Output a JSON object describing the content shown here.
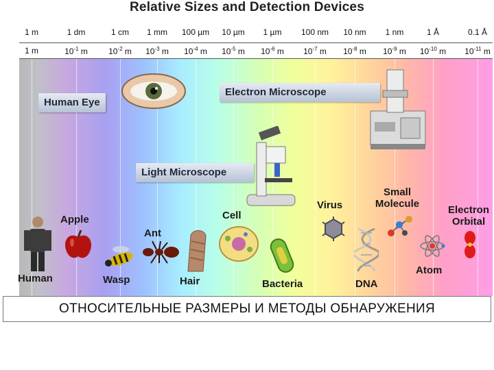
{
  "title": "Relative Sizes and Detection Devices",
  "scale_units": [
    "1 m",
    "1 dm",
    "1 cm",
    "1 mm",
    "100 µm",
    "10 µm",
    "1 µm",
    "100 nm",
    "10 nm",
    "1 nm",
    "1 Å",
    "0.1 Å"
  ],
  "scale_powers": [
    {
      "base": "1 m",
      "exp": "",
      "unit": ""
    },
    {
      "base": "10",
      "exp": "-1",
      "unit": " m"
    },
    {
      "base": "10",
      "exp": "-2",
      "unit": " m"
    },
    {
      "base": "10",
      "exp": "-3",
      "unit": " m"
    },
    {
      "base": "10",
      "exp": "-4",
      "unit": " m"
    },
    {
      "base": "10",
      "exp": "-5",
      "unit": " m"
    },
    {
      "base": "10",
      "exp": "-6",
      "unit": " m"
    },
    {
      "base": "10",
      "exp": "-7",
      "unit": " m"
    },
    {
      "base": "10",
      "exp": "-8",
      "unit": " m"
    },
    {
      "base": "10",
      "exp": "-9",
      "unit": " m"
    },
    {
      "base": "10",
      "exp": "-10",
      "unit": " m"
    },
    {
      "base": "10",
      "exp": "-11",
      "unit": " m"
    }
  ],
  "devices": {
    "human_eye": "Human Eye",
    "electron_microscope": "Electron Microscope",
    "light_microscope": "Light Microscope"
  },
  "objects": {
    "human": "Human",
    "apple": "Apple",
    "wasp": "Wasp",
    "ant": "Ant",
    "hair": "Hair",
    "cell": "Cell",
    "bacteria": "Bacteria",
    "virus": "Virus",
    "dna": "DNA",
    "small_molecule_1": "Small",
    "small_molecule_2": "Molecule",
    "atom": "Atom",
    "electron_orbital_1": "Electron",
    "electron_orbital_2": "Orbital"
  },
  "caption": "ОТНОСИТЕЛЬНЫЕ РАЗМЕРЫ И МЕТОДЫ  ОБНАРУЖЕНИЯ"
}
